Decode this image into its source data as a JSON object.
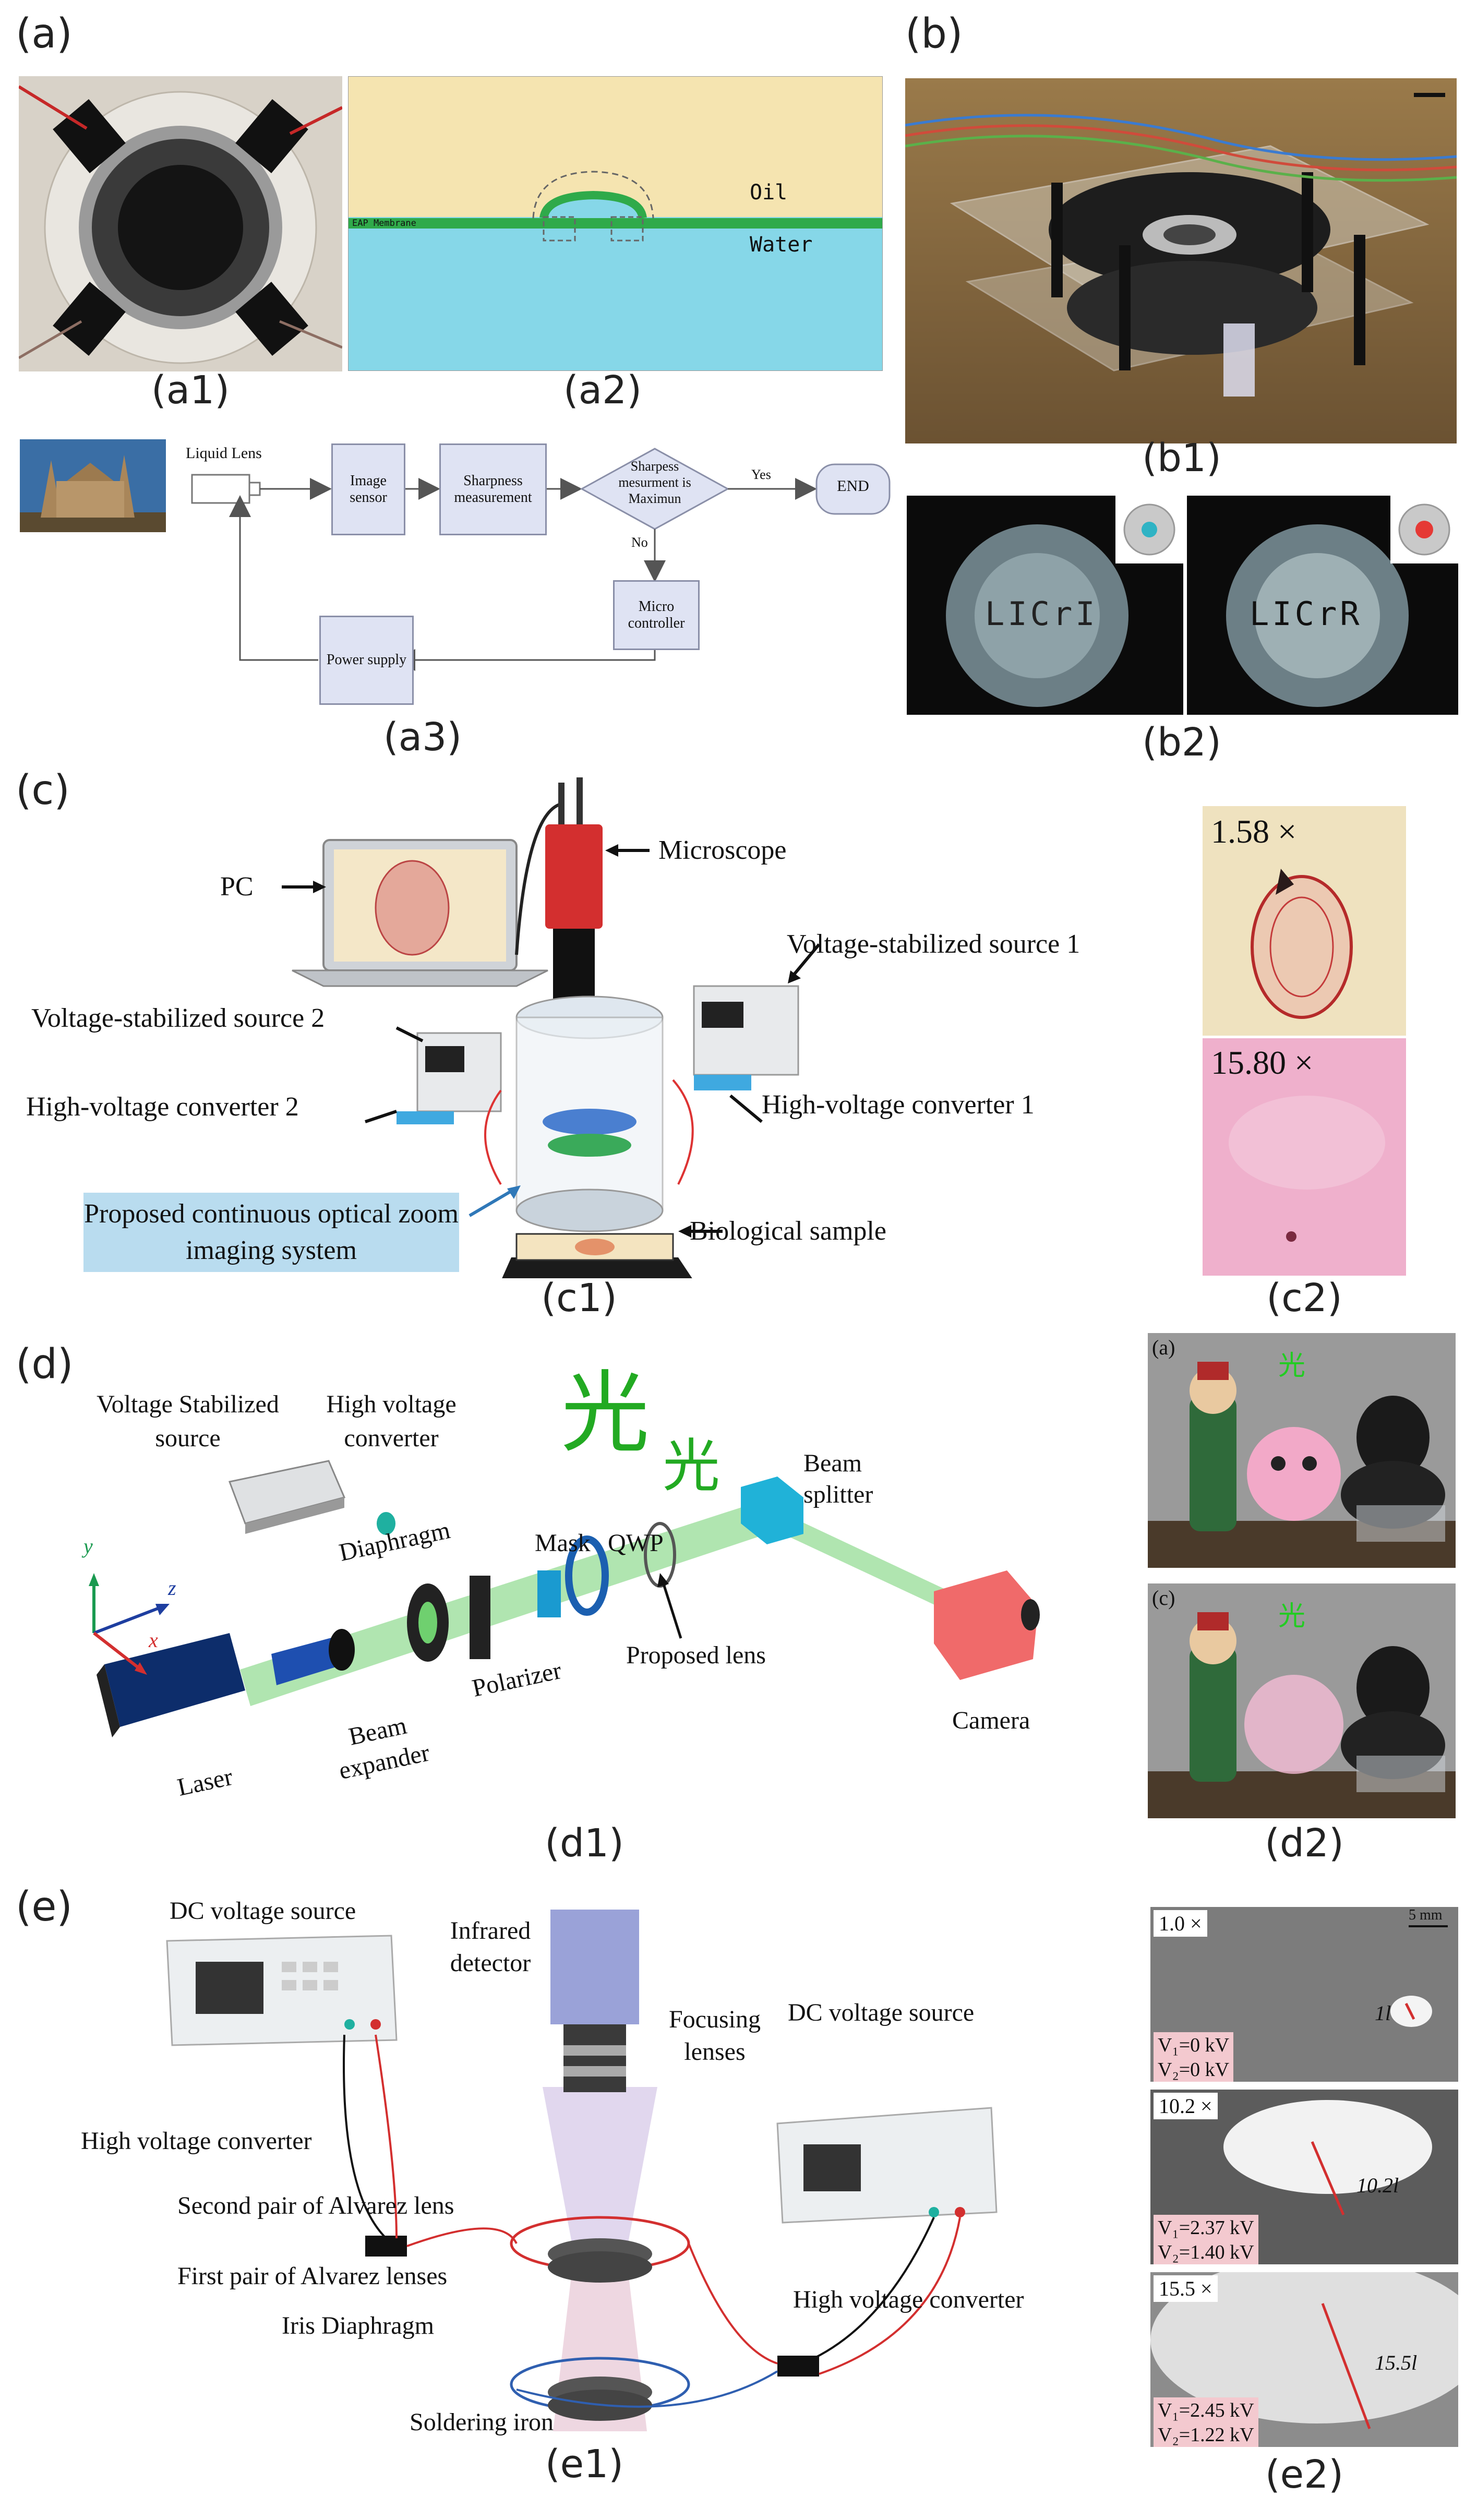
{
  "panel_labels": {
    "a": "(a)",
    "b": "(b)",
    "c": "(c)",
    "d": "(d)",
    "e": "(e)"
  },
  "sub_labels": {
    "a1": "(a1)",
    "a2": "(a2)",
    "a3": "(a3)",
    "b1": "(b1)",
    "b2": "(b2)",
    "c1": "(c1)",
    "c2": "(c2)",
    "d1": "(d1)",
    "d2": "(d2)",
    "e1": "(e1)",
    "e2": "(e2)"
  },
  "a2": {
    "oil": "Oil",
    "water": "Water",
    "membrane": "EAP Membrane"
  },
  "a3": {
    "liquid_lens": "Liquid Lens",
    "image_sensor": "Image sensor",
    "sharpness_measurement": "Sharpness measurement",
    "decision": "Sharpess mesurment is Maximun",
    "yes": "Yes",
    "no": "No",
    "end": "END",
    "micro_controller": "Micro controller",
    "power_supply": "Power supply"
  },
  "b2": {
    "chart_text_left": "LICrI",
    "chart_text_right": "LICrR"
  },
  "c1": {
    "pc": "PC",
    "microscope": "Microscope",
    "vs1": "Voltage-stabilized source 1",
    "vs2": "Voltage-stabilized source 2",
    "hv2": "High-voltage converter 2",
    "hv1": "High-voltage  converter 1",
    "proposed": "Proposed continuous optical zoom imaging system",
    "bio": "Biological sample"
  },
  "c2": {
    "mag_top": "1.58 ×",
    "mag_bottom": "15.80 ×"
  },
  "d1": {
    "vs": "Voltage Stabilized source",
    "hv": "High voltage converter",
    "char_big": "光",
    "char_small": "光",
    "beam_splitter": "Beam splitter",
    "diaphragm": "Diaphragm",
    "mask": "Mask",
    "qwp": "QWP",
    "proposed_lens": "Proposed lens",
    "polarizer": "Polarizer",
    "laser": "Laser",
    "beam_expander": "Beam expander",
    "camera": "Camera",
    "axis_y": "y",
    "axis_z": "z",
    "axis_x": "x"
  },
  "d2": {
    "tag_top": "(a)",
    "tag_bottom": "(c)",
    "char_top": "光",
    "char_bottom": "光"
  },
  "e1": {
    "dc_left": "DC voltage source",
    "infrared": "Infrared detector",
    "focusing": "Focusing lenses",
    "dc_right": "DC voltage source",
    "hv_left": "High voltage converter",
    "second_pair": "Second pair of Alvarez lens",
    "first_pair": "First pair of Alvarez lenses",
    "iris": "Iris Diaphragm",
    "hv_right": "High voltage converter",
    "soldering": "Soldering iron"
  },
  "e2": {
    "mag1": "1.0 ×",
    "scale": "5 mm",
    "len1": "1l",
    "v1_1": "V₁=0 kV",
    "v2_1": "V₂=0 kV",
    "mag2": "10.2 ×",
    "len2": "10.2l",
    "v1_2": "V₁=2.37 kV",
    "v2_2": "V₂=1.40 kV",
    "mag3": "15.5 ×",
    "len3": "15.5l",
    "v1_3": "V₁=2.45 kV",
    "v2_3": "V₂=1.22 kV"
  }
}
